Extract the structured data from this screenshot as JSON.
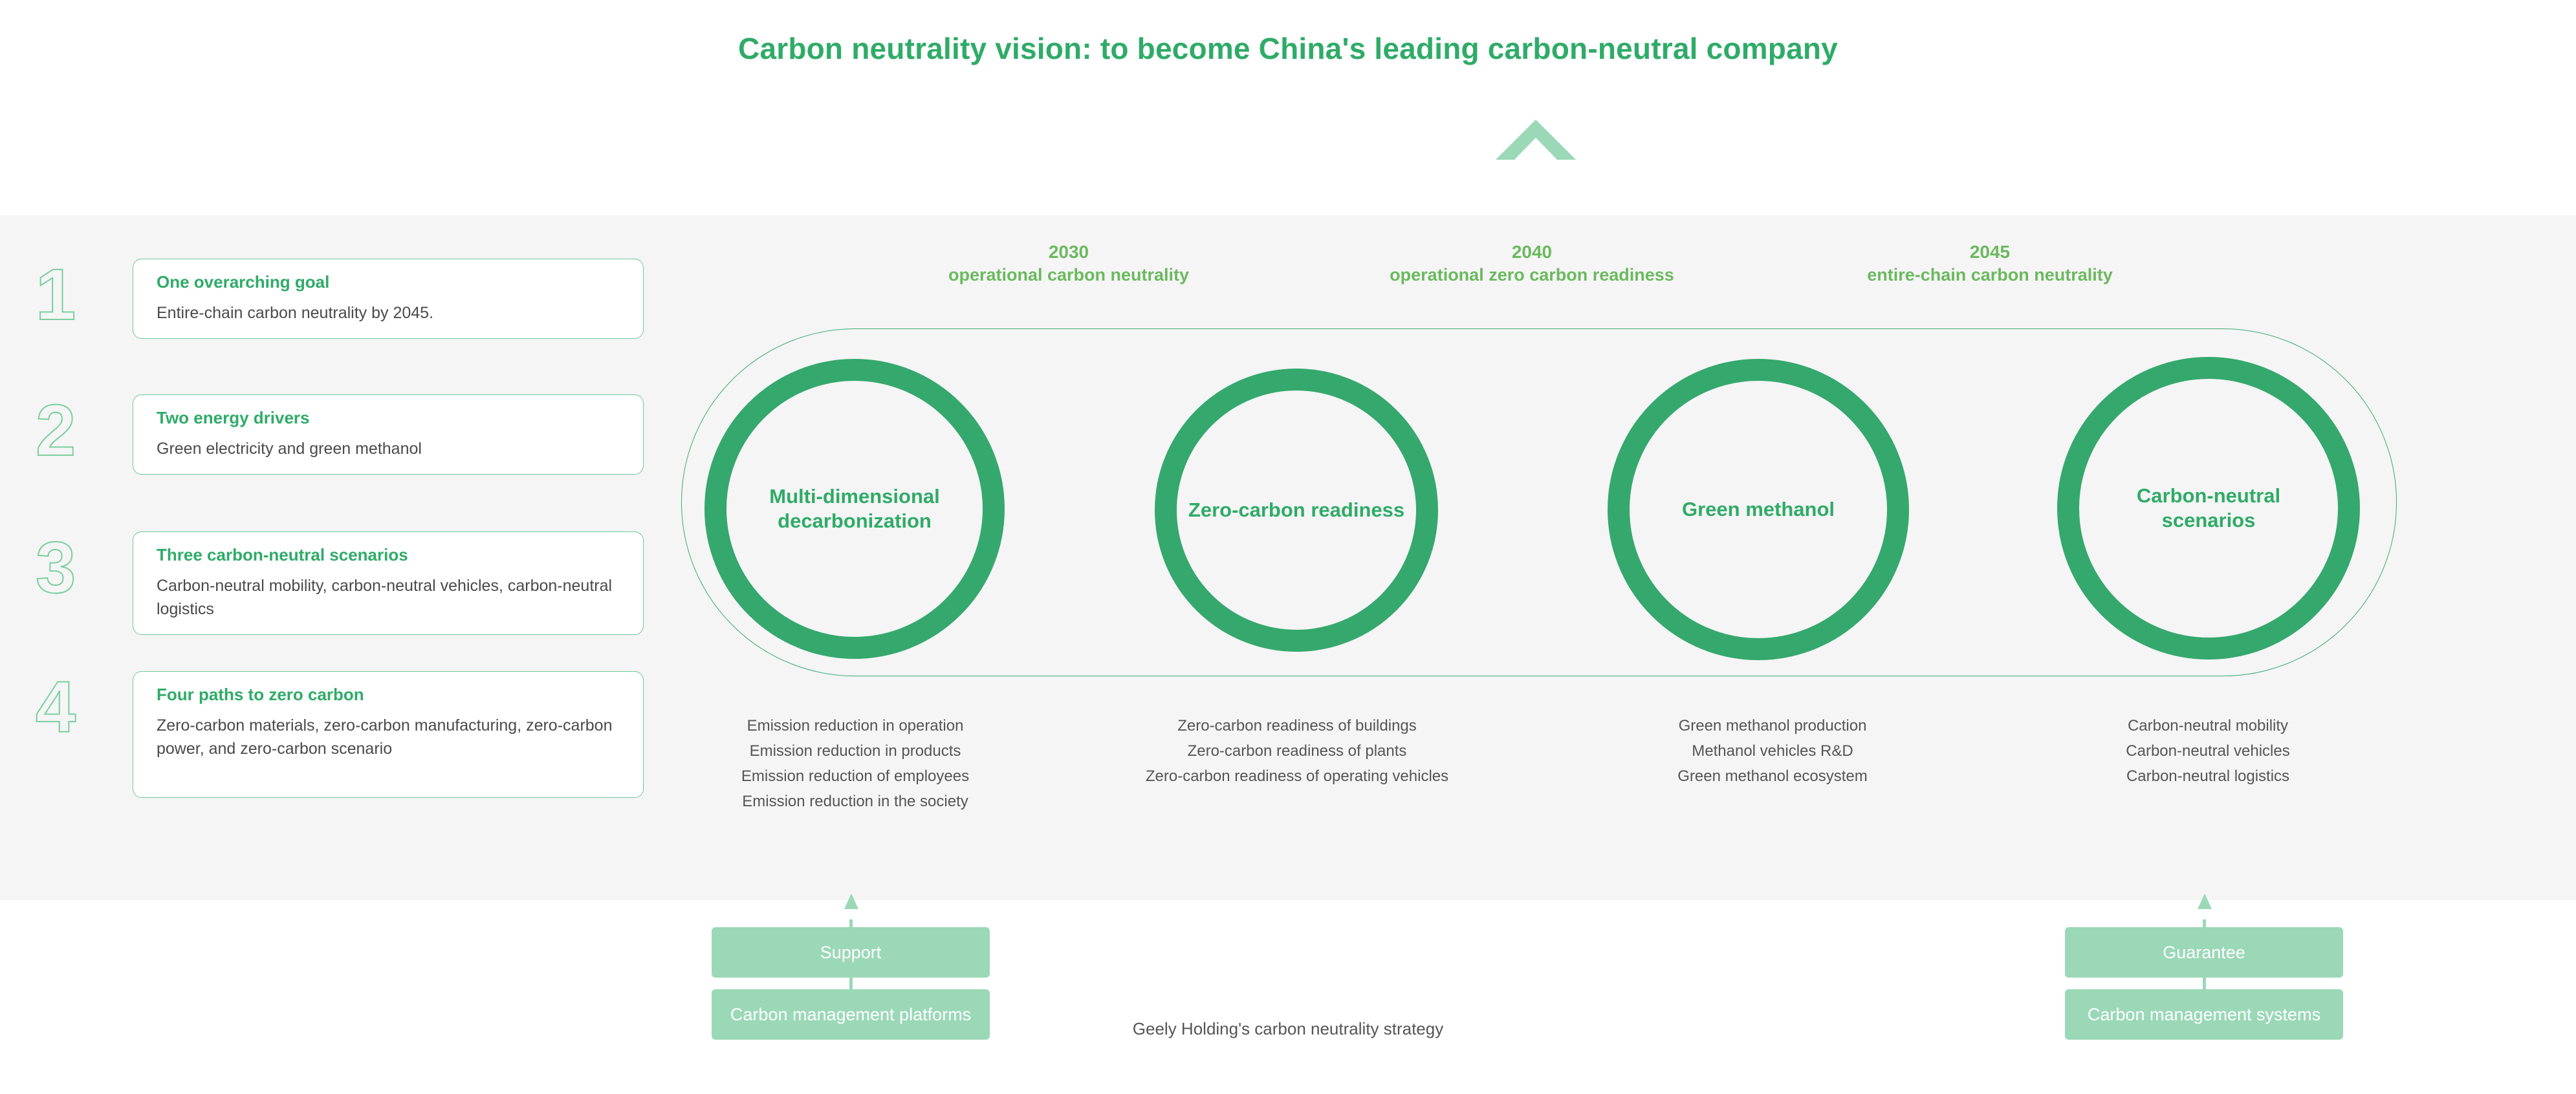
{
  "header": {
    "title": "Carbon neutrality vision: to become China's leading carbon-neutral company",
    "chevron_icon": "chevron-up-icon",
    "title_color": "#2fab68",
    "chevron_color": "#9bd8b7"
  },
  "goals": [
    {
      "number": "1",
      "heading": "One overarching goal",
      "body": "Entire-chain carbon neutrality by 2045."
    },
    {
      "number": "2",
      "heading": "Two energy drivers",
      "body": "Green electricity and green methanol"
    },
    {
      "number": "3",
      "heading": "Three carbon-neutral scenarios",
      "body": "Carbon-neutral mobility, carbon-neutral vehicles, carbon-neutral logistics"
    },
    {
      "number": "4",
      "heading": "Four paths to zero carbon",
      "body": "Zero-carbon materials, zero-carbon manufacturing, zero-carbon power, and zero-carbon scenario"
    }
  ],
  "milestones": [
    {
      "year": "2030",
      "label": "operational carbon neutrality"
    },
    {
      "year": "2040",
      "label": "operational zero carbon readiness"
    },
    {
      "year": "2045",
      "label": "entire-chain carbon neutrality"
    }
  ],
  "stages": [
    {
      "circle_label": "Multi-dimensional decarbonization",
      "bullets": [
        "Emission reduction in operation",
        "Emission reduction in products",
        "Emission reduction of employees",
        "Emission reduction in the society"
      ]
    },
    {
      "circle_label": "Zero-carbon readiness",
      "bullets": [
        "Zero-carbon readiness of buildings",
        "Zero-carbon readiness of plants",
        "Zero-carbon readiness of operating vehicles"
      ]
    },
    {
      "circle_label": "Green methanol",
      "bullets": [
        "Green methanol production",
        "Methanol vehicles R&D",
        "Green methanol ecosystem"
      ]
    },
    {
      "circle_label": "Carbon-neutral scenarios",
      "bullets": [
        "Carbon-neutral mobility",
        "Carbon-neutral vehicles",
        "Carbon-neutral logistics"
      ]
    }
  ],
  "enablers": [
    {
      "top_label": "Support",
      "bottom_label": "Carbon management platforms"
    },
    {
      "top_label": "Guarantee",
      "bottom_label": "Carbon management systems"
    }
  ],
  "footer": {
    "caption": "Geely Holding's carbon neutrality strategy"
  },
  "colors": {
    "accent_green": "#2fab68",
    "ring_green": "#35a86d",
    "light_green": "#9bd8b7",
    "year_green": "#6bb95e",
    "band_gray": "#f5f5f5",
    "body_gray": "#555555"
  }
}
